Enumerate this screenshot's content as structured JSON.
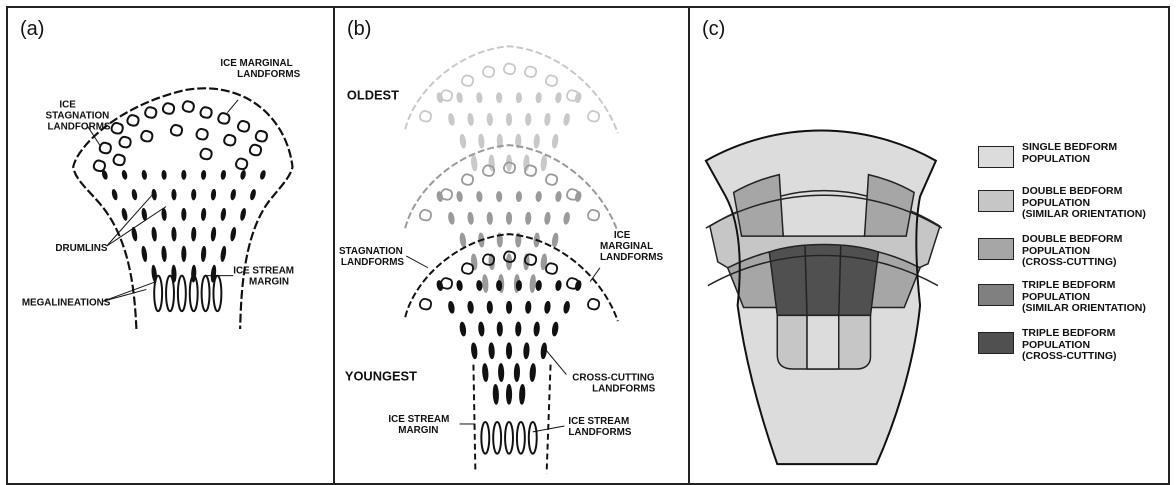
{
  "panels": {
    "a": {
      "letter": "(a)",
      "labels": {
        "ice_stagnation": [
          "ICE",
          "STAGNATION",
          "LANDFORMS"
        ],
        "ice_marginal": [
          "ICE MARGINAL",
          "LANDFORMS"
        ],
        "drumlins": "DRUMLINS",
        "ice_stream_margin": [
          "ICE STREAM",
          "MARGIN"
        ],
        "megalineations": "MEGALINEATIONS"
      }
    },
    "b": {
      "letter": "(b)",
      "labels": {
        "oldest": "OLDEST",
        "youngest": "YOUNGEST",
        "stagnation": [
          "STAGNATION",
          "LANDFORMS"
        ],
        "ice_marginal": [
          "ICE",
          "MARGINAL",
          "LANDFORMS"
        ],
        "cross_cutting": [
          "CROSS-CUTTING",
          "LANDFORMS"
        ],
        "ice_stream_margin": [
          "ICE STREAM",
          "MARGIN"
        ],
        "ice_stream_landforms": [
          "ICE STREAM",
          "LANDFORMS"
        ]
      }
    },
    "c": {
      "letter": "(c)",
      "legend": [
        {
          "text": "SINGLE BEDFORM\nPOPULATION",
          "color": "#dcdcdc"
        },
        {
          "text": "DOUBLE BEDFORM\nPOPULATION\n(SIMILAR ORIENTATION)",
          "color": "#c6c6c6"
        },
        {
          "text": "DOUBLE BEDFORM\nPOPULATION\n(CROSS-CUTTING)",
          "color": "#a6a6a6"
        },
        {
          "text": "TRIPLE BEDFORM\nPOPULATION\n(SIMILAR ORIENTATION)",
          "color": "#808080"
        },
        {
          "text": "TRIPLE BEDFORM\nPOPULATION\n(CROSS-CUTTING)",
          "color": "#505050"
        }
      ]
    }
  }
}
